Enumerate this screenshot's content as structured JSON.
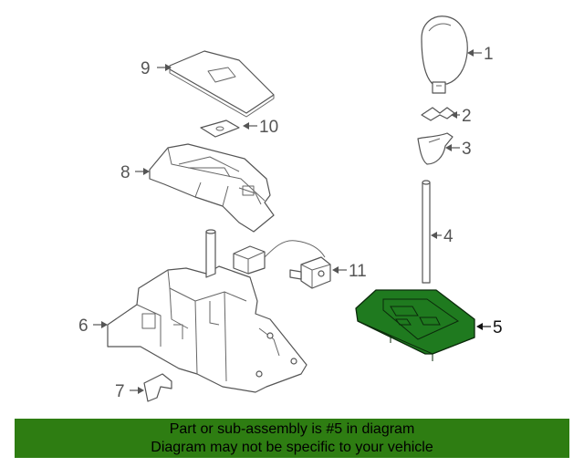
{
  "callouts": {
    "c1": "1",
    "c2": "2",
    "c3": "3",
    "c4": "4",
    "c5": "5",
    "c6": "6",
    "c7": "7",
    "c8": "8",
    "c9": "9",
    "c10": "10",
    "c11": "11"
  },
  "highlighted_part": "5",
  "colors": {
    "highlight_fill": "#1f7a1f",
    "banner_bg": "#2e7d12",
    "line": "#555555"
  },
  "banner": {
    "line1": "Part or sub-assembly is #5 in diagram",
    "line2": "Diagram may not be specific to your vehicle"
  }
}
